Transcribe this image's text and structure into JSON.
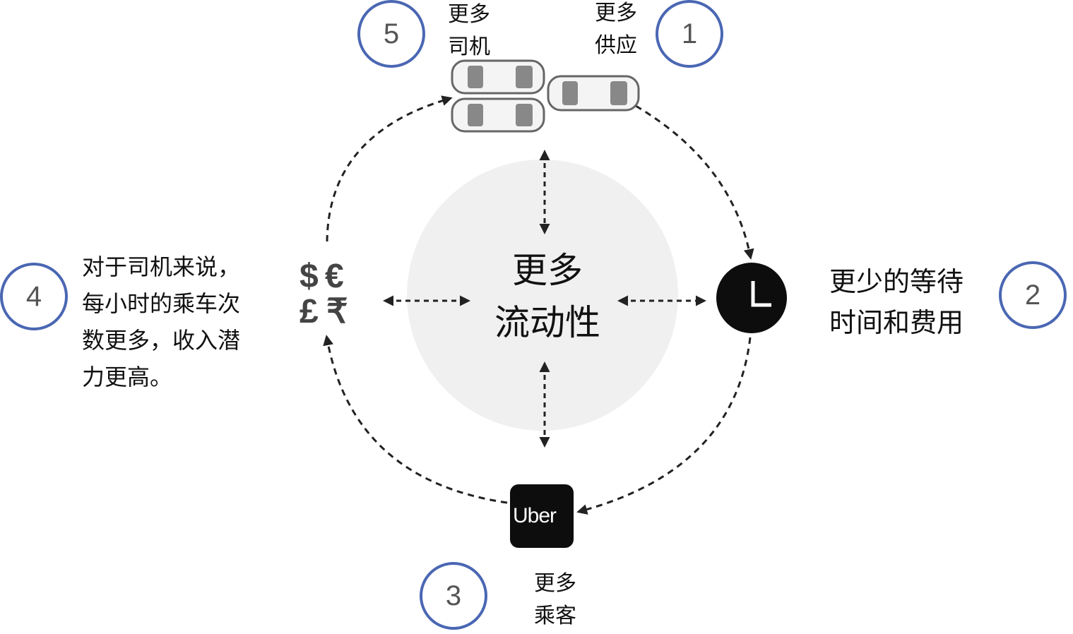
{
  "center": {
    "line1": "更多",
    "line2": "流动性"
  },
  "steps": [
    {
      "number": "1",
      "line1": "更多",
      "line2": "供应"
    },
    {
      "number": "2",
      "line1": "更少的等待",
      "line2": "时间和费用"
    },
    {
      "number": "3",
      "line1": "更多",
      "line2": "乘客"
    },
    {
      "number": "4",
      "lines": [
        "对于司机来说，",
        "每小时的乘车次",
        "数更多，收入潜",
        "力更高。"
      ]
    },
    {
      "number": "5",
      "line1": "更多",
      "line2": "司机"
    }
  ],
  "currency": {
    "dollar": "$",
    "euro": "€",
    "pound": "£",
    "rupee": "₹"
  },
  "brand": {
    "label": "Uber"
  },
  "colors": {
    "circle_outline": "#4a67b3",
    "center_fill": "#f0f0f0",
    "arrow": "#222222"
  }
}
